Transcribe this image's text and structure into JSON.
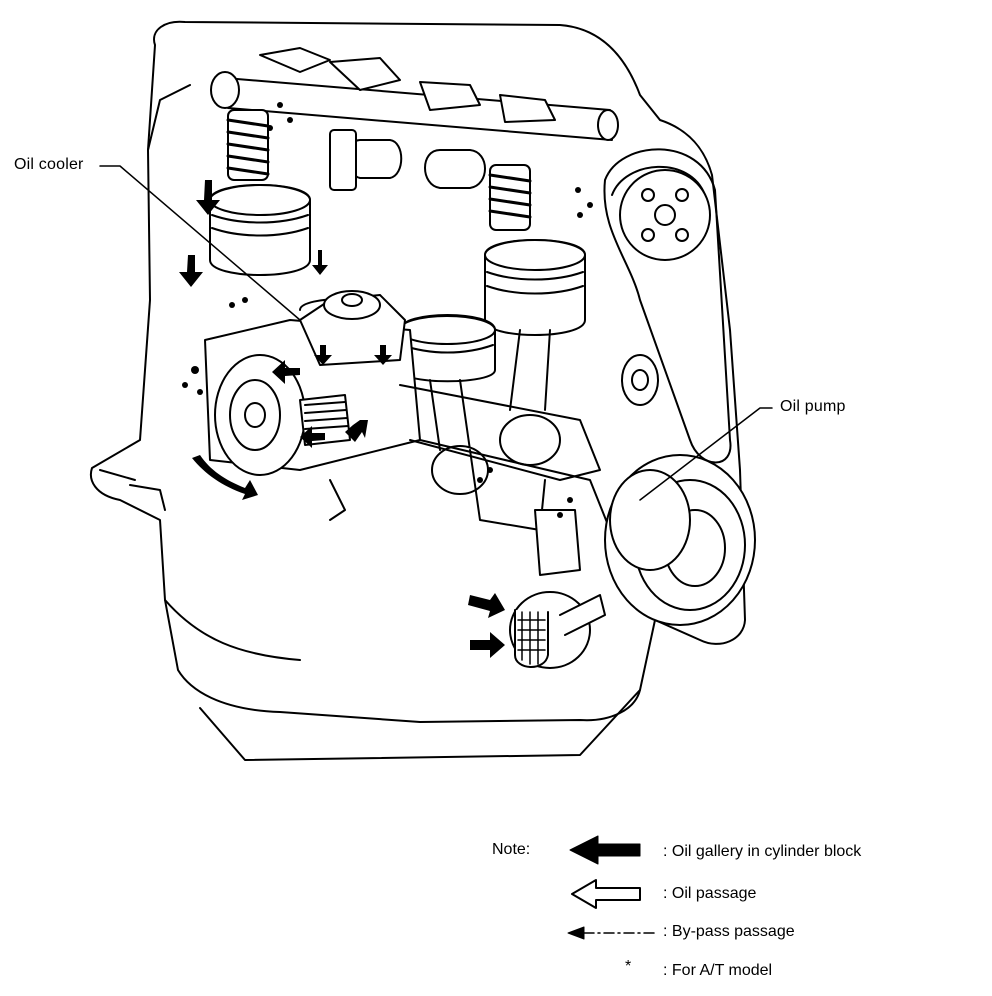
{
  "callouts": {
    "oil_cooler": "Oil cooler",
    "oil_pump": "Oil pump"
  },
  "legend": {
    "note": "Note:",
    "items": [
      {
        "symbol": "solid-arrow",
        "text": ": Oil gallery in cylinder block"
      },
      {
        "symbol": "hollow-arrow",
        "text": ": Oil passage"
      },
      {
        "symbol": "dash-dot-arrow",
        "text": ": By-pass passage"
      },
      {
        "symbol": "asterisk",
        "mark": "*",
        "text": ": For A/T model"
      }
    ]
  }
}
